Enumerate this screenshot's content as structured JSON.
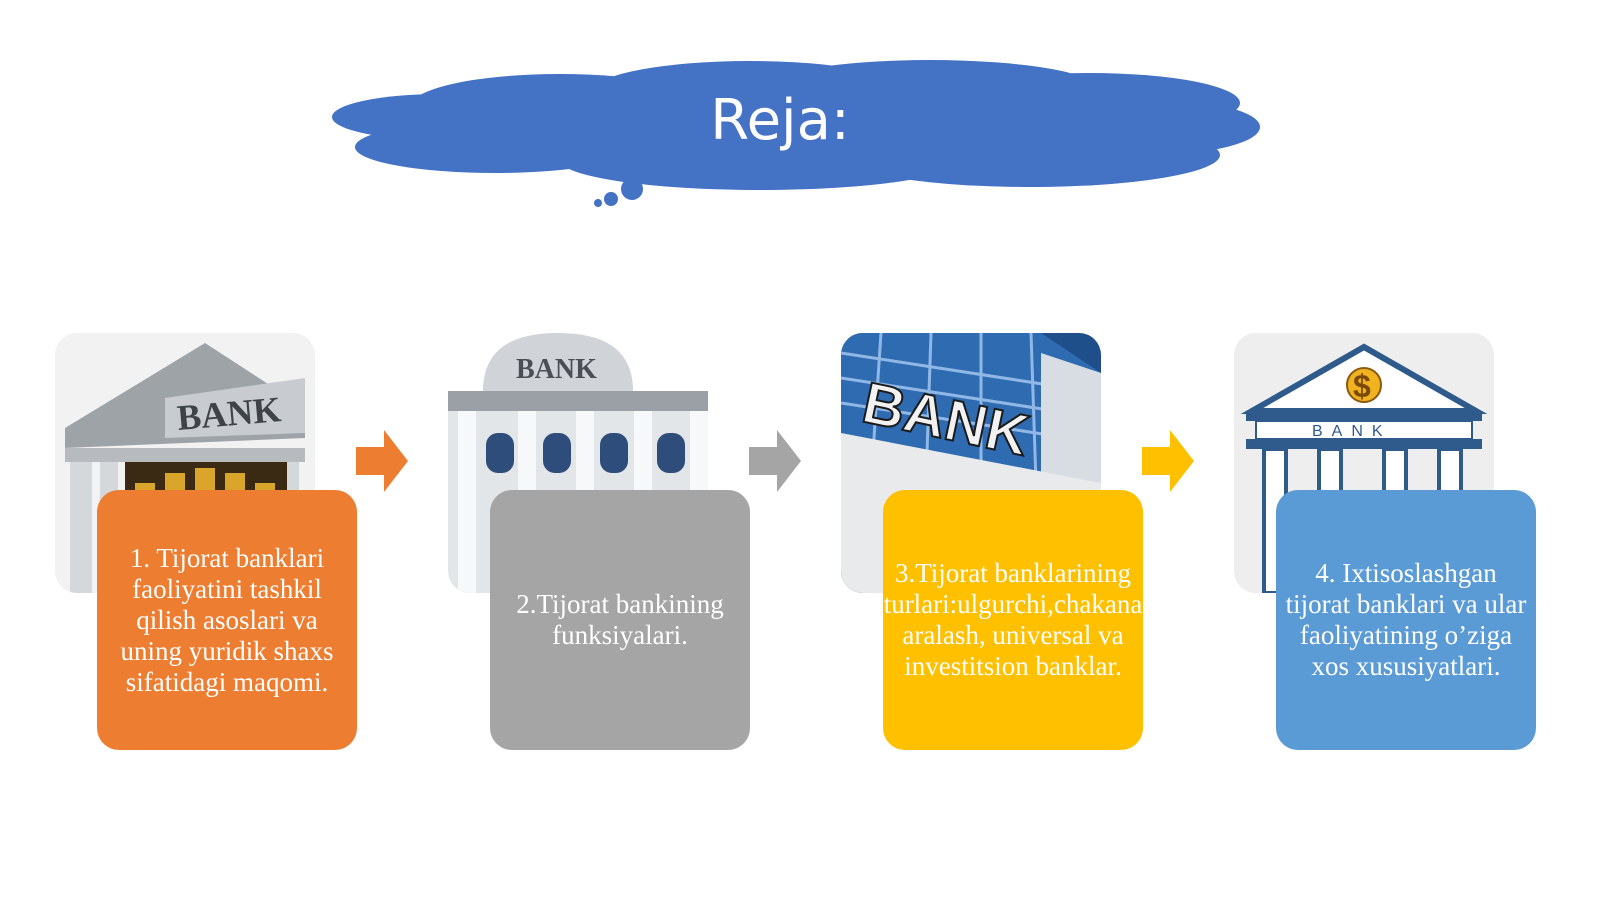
{
  "title": "Reja:",
  "steps": [
    {
      "text": "1. Tijorat banklari faoliyatini tashkil qilish asoslari va uning yuridik shaxs sifatidagi maqomi.",
      "color": "#ED7D31",
      "image": "bank-building-coins-icon",
      "sign": "BANK"
    },
    {
      "text": "2.Tijorat bankining funksiyalari.",
      "color": "#A5A5A5",
      "image": "bank-facade-icon",
      "sign": "BANK"
    },
    {
      "text": "3.Tijorat banklarining turlari:ulgurchi,chakana aralash, universal va investitsion banklar.",
      "color": "#FFC000",
      "image": "bank-skyscraper-icon",
      "sign": "BANK"
    },
    {
      "text": "4. Ixtisoslashgan tijorat banklari va ular faoliyatining o’ziga xos xususiyatlari.",
      "color": "#5B9BD5",
      "image": "bank-dollar-icon",
      "sign": "BANK",
      "symbol": "$"
    }
  ],
  "colors": {
    "cloud": "#4472C4",
    "arrow_1": "#ED7D31",
    "arrow_2": "#A5A5A5",
    "arrow_3": "#FFC000"
  }
}
